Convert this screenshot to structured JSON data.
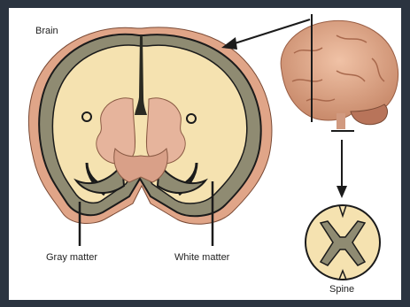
{
  "labels": {
    "brain": "Brain",
    "gray_matter": "Gray matter",
    "white_matter": "White matter",
    "spine": "Spine"
  },
  "colors": {
    "frame": "#2b3440",
    "background": "#ffffff",
    "cortex_outer": "#e3a88a",
    "gray_matter": "#8f8b72",
    "white_matter": "#f5e2b0",
    "inner_structure": "#e6b49c",
    "outline": "#1b1b1b"
  }
}
